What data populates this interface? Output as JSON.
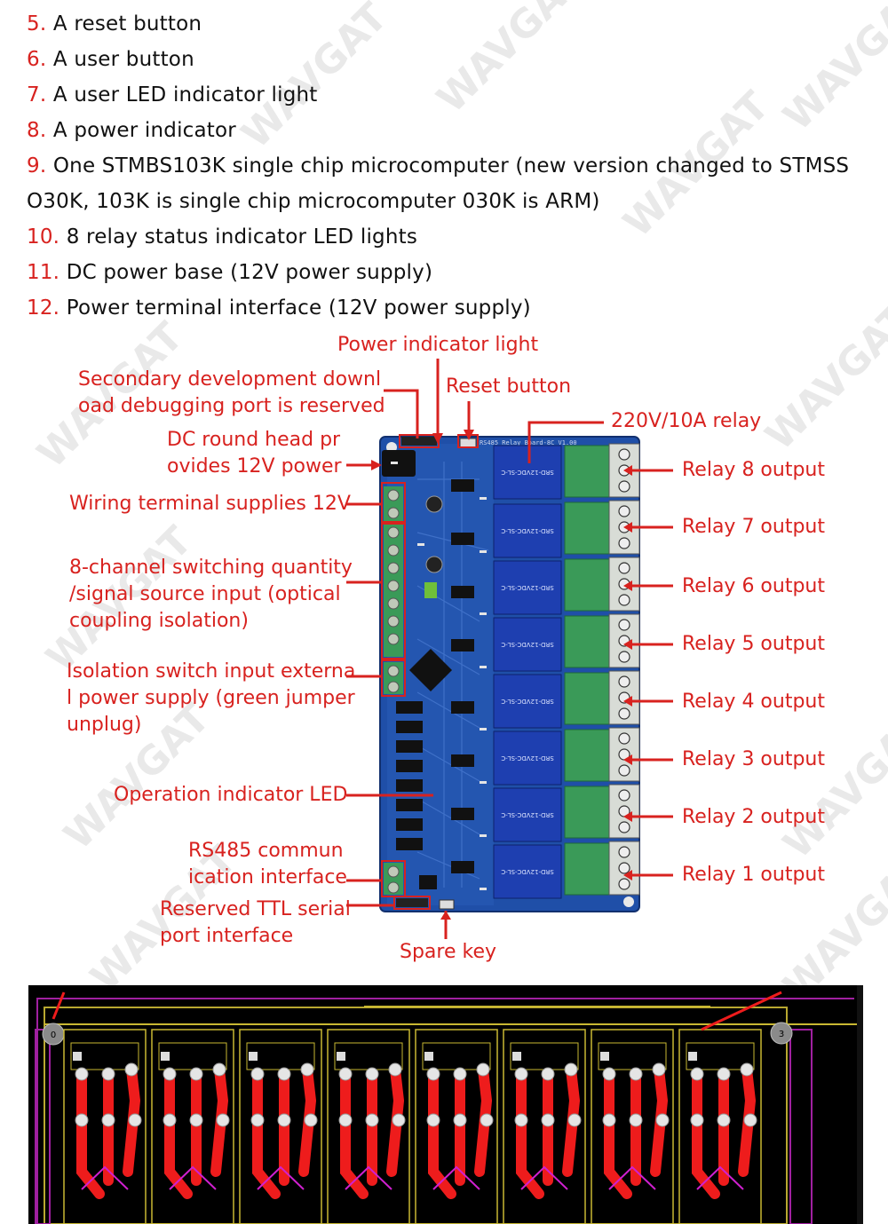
{
  "watermark": "WAVGAT",
  "features": [
    {
      "num": "5.",
      "text": " A reset button"
    },
    {
      "num": "6.",
      "text": " A user button"
    },
    {
      "num": "7.",
      "text": " A user LED indicator light"
    },
    {
      "num": "8.",
      "text": " A power indicator"
    },
    {
      "num": "9.",
      "text": " One STMBS103K single chip microcomputer (new version changed to STMSS"
    },
    {
      "num": "",
      "text": "O30K, 103K is single chip microcomputer 030K is ARM)"
    },
    {
      "num": "10.",
      "text": " 8 relay status indicator LED lights"
    },
    {
      "num": "11.",
      "text": " DC power base (12V power supply)"
    },
    {
      "num": "12.",
      "text": " Power terminal interface (12V power supply)"
    }
  ],
  "labels": {
    "power_indicator": "Power indicator light",
    "secondary_dev_1": "Secondary development downl",
    "secondary_dev_2": "oad debugging port is reserved",
    "reset_button": "Reset button",
    "relay_220": "220V/10A relay",
    "dc_head_1": "DC round head pr",
    "dc_head_2": "ovides 12V power",
    "wiring_terminal": "Wiring terminal supplies 12V",
    "switch_input_1": "8-channel switching quantity",
    "switch_input_2": "/signal source input (optical",
    "switch_input_3": "coupling isolation)",
    "isolation_1": "Isolation switch input externa",
    "isolation_2": "l power supply (green jumper",
    "isolation_3": "unplug)",
    "operation_led": "Operation indicator LED",
    "rs485_1": "RS485 commun",
    "rs485_2": "ication interface",
    "ttl_1": "Reserved TTL serial",
    "ttl_2": "port interface",
    "spare_key": "Spare key",
    "relay_outputs": [
      "Relay 8 output",
      "Relay 7 output",
      "Relay 6 output",
      "Relay 5 output",
      "Relay 4 output",
      "Relay 3 output",
      "Relay 2 output",
      "Relay 1 output"
    ]
  },
  "board": {
    "title": "RS485 Relay Board-8C V1.00",
    "relay_text": "SRD-12VDC-SL-C",
    "pcb_markers": [
      "0",
      "3"
    ]
  },
  "colors": {
    "accent": "#d8221f",
    "pcb_blue": "#1f4fa8",
    "relay_blue": "#1e3fb0",
    "terminal_green": "#3a9a58"
  }
}
